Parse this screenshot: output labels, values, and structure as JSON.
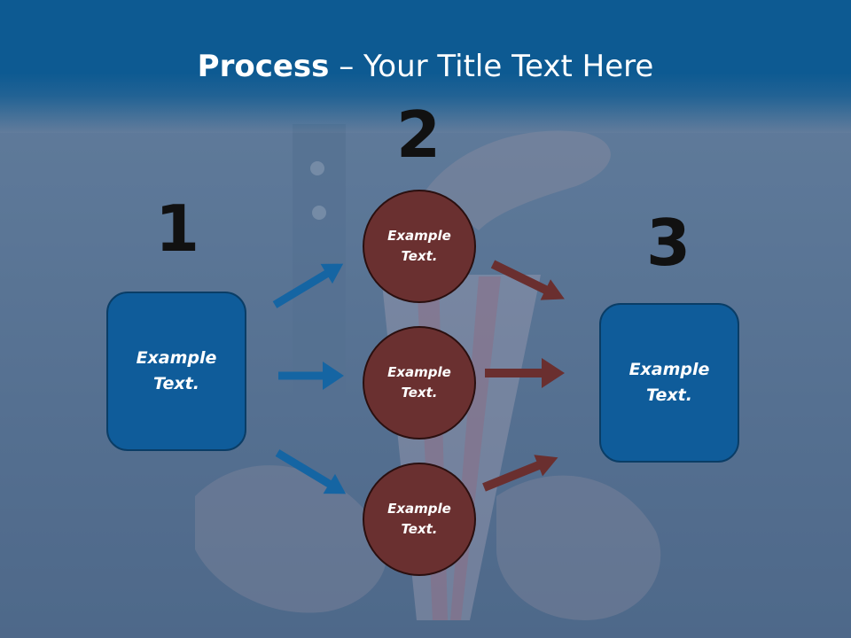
{
  "title": {
    "strong": "Process",
    "dash": " – ",
    "rest": "Your Title Text Here"
  },
  "numbers": [
    "1",
    "2",
    "3"
  ],
  "left_box": {
    "text": "Example\nText."
  },
  "right_box": {
    "text": "Example\nText."
  },
  "circles": [
    {
      "text": "Example\nText."
    },
    {
      "text": "Example\nText."
    },
    {
      "text": "Example\nText."
    }
  ],
  "colors": {
    "title_bar": "#0d5a92",
    "box": "#0f5c9a",
    "circle": "#6a3030",
    "blue_arrow": "#1565a3",
    "red_arrow": "#6a2f2f"
  }
}
